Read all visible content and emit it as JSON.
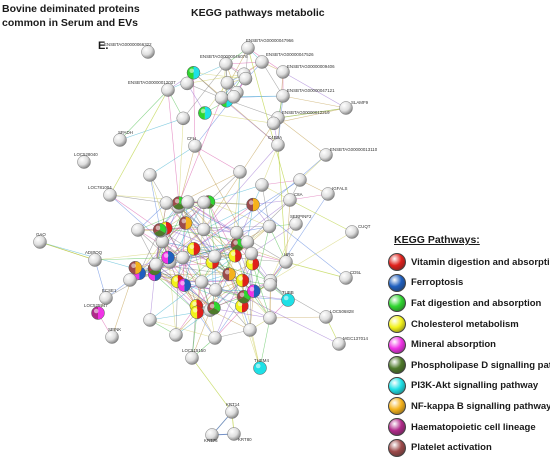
{
  "figure": {
    "header_lines": [
      "Bovine deiminated proteins",
      "common in Serum and EVs"
    ],
    "subtitle": "KEGG pathways metabolic",
    "panel": "E."
  },
  "legend": {
    "title": "KEGG Pathways:",
    "items": [
      {
        "label": "Vitamin digestion and absorption",
        "color": "#e0201b"
      },
      {
        "label": "Ferroptosis",
        "color": "#1f5fbf"
      },
      {
        "label": "Fat digestion and absorption",
        "color": "#2fd62f"
      },
      {
        "label": "Cholesterol metabolism",
        "color": "#f2f21a"
      },
      {
        "label": "Mineral absorption",
        "color": "#f032e6"
      },
      {
        "label": "Phospholipase D signalling pathway",
        "color": "#4e7a2a"
      },
      {
        "label": "PI3K-Akt signalling pathway",
        "color": "#1ee0e6"
      },
      {
        "label": "NF-kappa B signalling pathway",
        "color": "#f5b21b"
      },
      {
        "label": "Haematopoietic cell lineage",
        "color": "#b02a8a"
      },
      {
        "label": "Platelet activation",
        "color": "#9c4a4a"
      }
    ]
  },
  "network": {
    "node_labels": [
      "ENSBTAG00000047966",
      "ENSBTAG00000047526",
      "ENSBTAG00000066322",
      "ENSBTAG00000046076",
      "ENSBTAG00000009406",
      "ENSBTAG00000047121",
      "ENSBTAG00000012037",
      "ENSBTAG00000012219",
      "SLAMF9",
      "ENSBTAG00000013110",
      "SPADH",
      "LOC528040",
      "C4BPA",
      "CFH",
      "LOC781004",
      "GAO",
      "C8A",
      "IGFALS",
      "CUQT",
      "ADIPOQ",
      "SERPINF2",
      "ECSE1",
      "LOC525947",
      "HRG",
      "CD5L",
      "LOC506828",
      "TUBB",
      "SPINK",
      "LOC515150",
      "THEM4",
      "MGC137014",
      "KRT14",
      "KRT75",
      "KRT80"
    ]
  }
}
